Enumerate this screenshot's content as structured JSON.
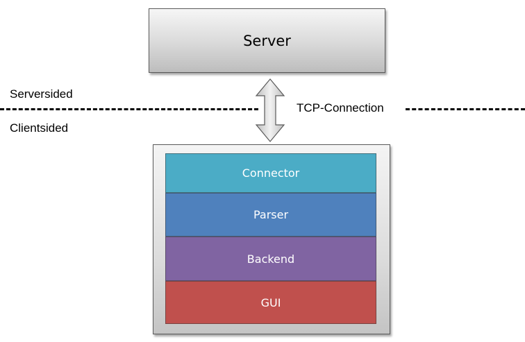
{
  "server": {
    "label": "Server",
    "fill": "#d9d9d9"
  },
  "zones": {
    "serverside": "Serversided",
    "clientside": "Clientsided"
  },
  "connection": {
    "label": "TCP-Connection",
    "arrow_icon": "double-headed-vertical-arrow"
  },
  "client": {
    "layers": [
      {
        "label": "Connector",
        "color": "#4bacc6"
      },
      {
        "label": "Parser",
        "color": "#4f81bd"
      },
      {
        "label": "Backend",
        "color": "#8064a2"
      },
      {
        "label": "GUI",
        "color": "#c0504d"
      }
    ]
  }
}
